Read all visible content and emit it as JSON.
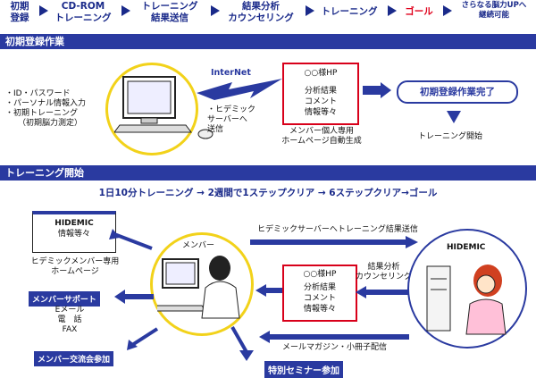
{
  "steps": [
    {
      "label": "初期\n登録"
    },
    {
      "label": "CD-ROM\nトレーニング"
    },
    {
      "label": "トレーニング\n結果送信"
    },
    {
      "label": "結果分析\nカウンセリング"
    },
    {
      "label": "トレーニング"
    },
    {
      "label": "ゴール"
    },
    {
      "label": "さらなる脳力UPへ\n継続可能"
    }
  ],
  "section1": {
    "header": "初期登録作業",
    "bullets": [
      "・ID・パスワード",
      "・パーソナル情報入力",
      "・初期トレーニング",
      "（初期脳力測定）"
    ],
    "internet": "InterNet",
    "send_note": "・ヒデミック\nサーバーへ\n送信",
    "hp_box": {
      "title": "○○様HP",
      "lines": [
        "分析結果",
        "コメント",
        "情報等々"
      ]
    },
    "hp_caption": "メンバー個人専用\nホームページ自動生成",
    "complete": "初期登録作業完了",
    "start": "トレーニング開始"
  },
  "section2": {
    "header": "トレーニング開始",
    "flow": "1日10分トレーニング → 2週間で1ステップクリア → 6ステップクリア→ゴール",
    "hidemic_box": {
      "title": "HIDEMIC",
      "line": "情報等々"
    },
    "hidemic_caption": "ヒデミックメンバー専用\nホームページ",
    "member_label": "メンバー",
    "support": "メンバーサポート",
    "support_items": [
      "Eメール",
      "電　話",
      "FAX"
    ],
    "exchange": "メンバー交流会参加",
    "seminar": "特別セミナー参加",
    "server_label": "HIDEMIC",
    "top_arrow_text": "ヒデミックサーバーへトレーニング結果送信",
    "hp_box": {
      "title": "○○様HP",
      "lines": [
        "分析結果",
        "コメント",
        "情報等々"
      ]
    },
    "counsel": "結果分析\nカウンセリング",
    "mail": "メールマガジン・小冊子配信"
  },
  "colors": {
    "navy": "#2a3aa0",
    "goal_red": "#e0001b",
    "ring_yellow": "#f2d21a"
  }
}
